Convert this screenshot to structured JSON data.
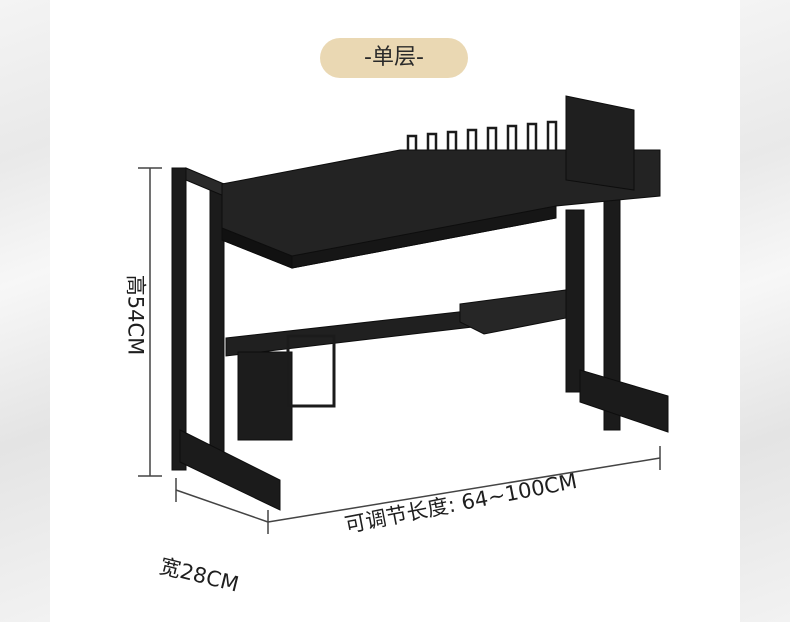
{
  "badge": {
    "label": "-单层-"
  },
  "dimensions": {
    "height_label": "高54CM",
    "depth_label": "宽28CM",
    "length_label": "可调节长度: 64~100CM"
  },
  "colors": {
    "badge_bg": "#ead8b3",
    "rack": "#1b1b1b",
    "dimension_lines": "#444444"
  },
  "product": {
    "icon": "dish-drying-rack"
  }
}
